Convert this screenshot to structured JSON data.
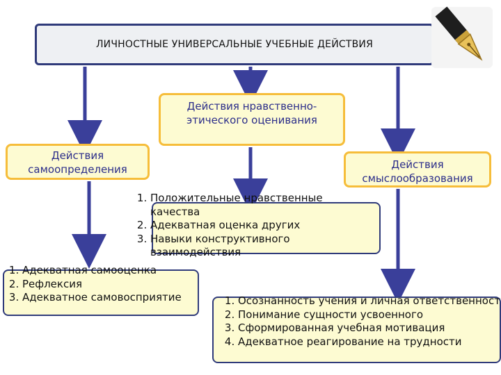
{
  "title": "ЛИЧНОСТНЫЕ УНИВЕРСАЛЬНЫЕ УЧЕБНЫЕ ДЕЙСТВИЯ",
  "boxes": {
    "moral": "Действия нравственно-этического оценивания",
    "self_determination": "Действия самоопределения",
    "meaning": "Действия смыслообразования"
  },
  "lists": {
    "moral": [
      "Положительные нравственные качества",
      "Адекватная оценка других",
      "Навыки конструктивного взаимодействия"
    ],
    "self_determination": [
      "Адекватная самооценка",
      "Рефлексия",
      "Адекватное самовосприятие"
    ],
    "meaning": [
      "Осознанность учения и личная ответственность",
      "Понимание сущности усвоенного",
      "Сформированная учебная мотивация",
      "Адекватное реагирование на трудности"
    ]
  },
  "icons": {
    "decoration": "fountain-pen-icon"
  },
  "colors": {
    "box_fill": "#fdfbd2",
    "box_border": "#f6bd3a",
    "arrow": "#3a3f9a",
    "title_border": "#2f3a7a",
    "box_text": "#2b2d8a"
  }
}
